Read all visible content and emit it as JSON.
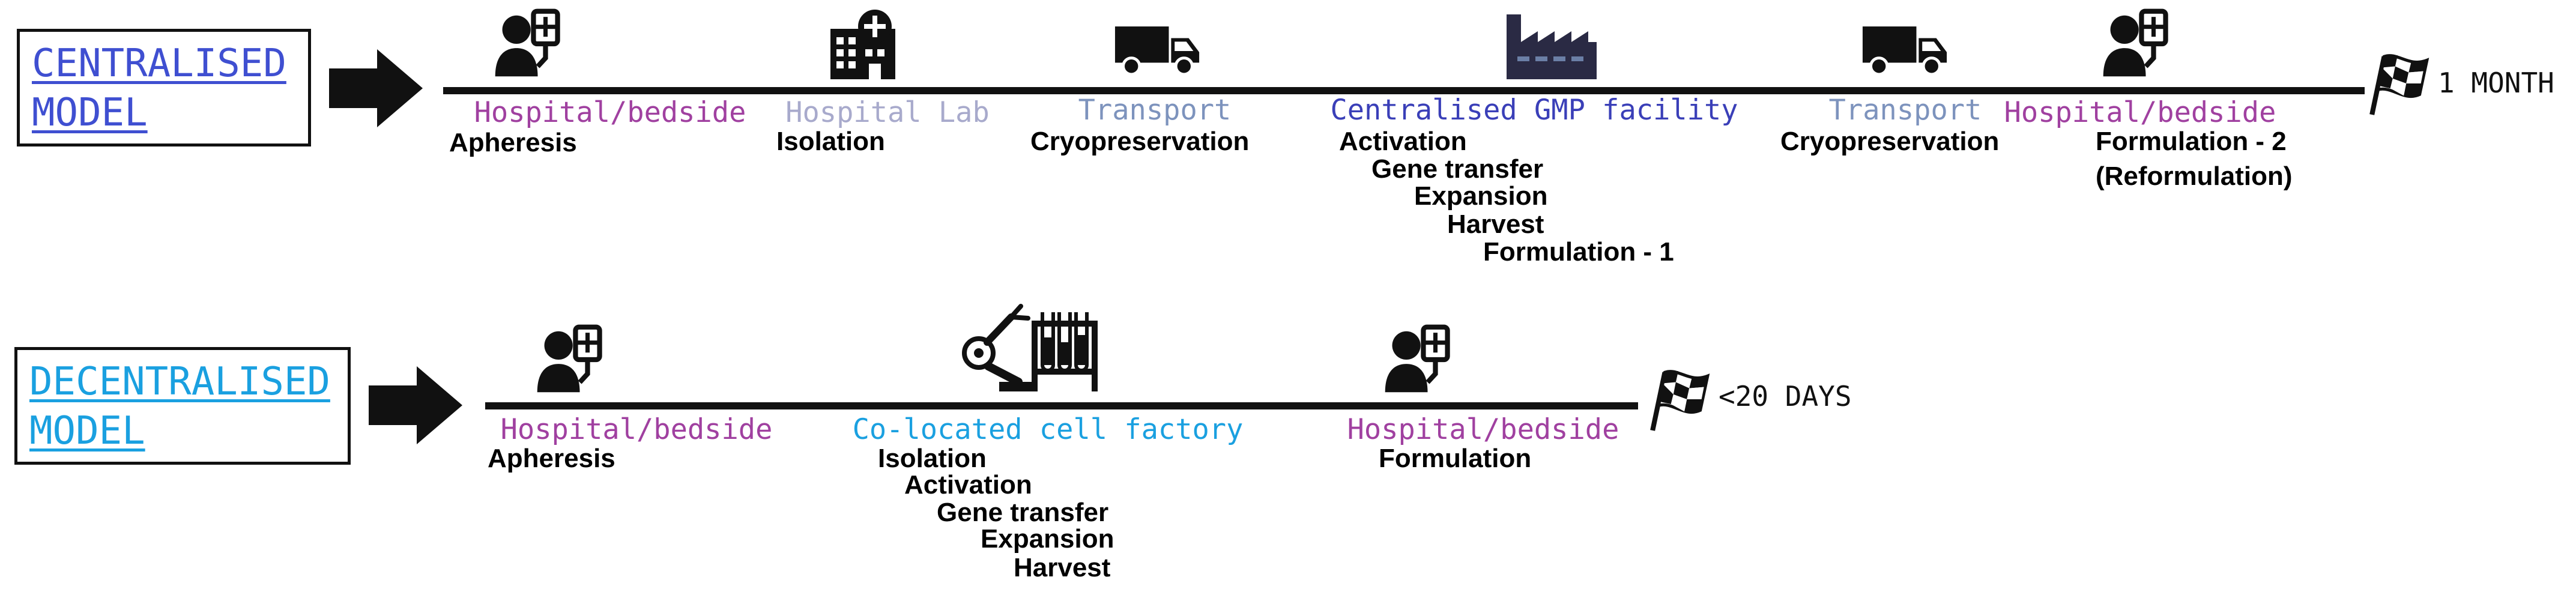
{
  "colors": {
    "centralised_model": "#3f4fd1",
    "decentralised_model": "#1aa0e0",
    "hospital": "#a040a0",
    "hospital_lab": "#a8aacc",
    "transport": "#7d93bd",
    "gmp_facility": "#3a3fb8",
    "cell_factory": "#1aa0e0"
  },
  "centralised": {
    "model_label_line1": "CENTRALISED",
    "model_label_line2": "MODEL",
    "duration": "1 MONTH",
    "stages": {
      "hospital_1": {
        "location": "Hospital/bedside",
        "steps": [
          "Apheresis"
        ],
        "icon": "patient-iv-icon"
      },
      "lab": {
        "location": "Hospital Lab",
        "steps": [
          "Isolation"
        ],
        "icon": "hospital-building-icon"
      },
      "transport_1": {
        "location": "Transport",
        "steps": [
          "Cryopreservation"
        ],
        "icon": "truck-icon"
      },
      "gmp": {
        "location": "Centralised GMP facility",
        "steps": [
          "Activation",
          "Gene transfer",
          "Expansion",
          "Harvest",
          "Formulation - 1"
        ],
        "icon": "factory-icon"
      },
      "transport_2": {
        "location": "Transport",
        "steps": [
          "Cryopreservation"
        ],
        "icon": "truck-icon"
      },
      "hospital_2": {
        "location": "Hospital/bedside",
        "steps": [
          "Formulation - 2",
          "(Reformulation)"
        ],
        "icon": "patient-iv-icon"
      }
    }
  },
  "decentralised": {
    "model_label_line1": "DECENTRALISED",
    "model_label_line2": "MODEL",
    "duration": "<20 DAYS",
    "stages": {
      "hospital_1": {
        "location": "Hospital/bedside",
        "steps": [
          "Apheresis"
        ],
        "icon": "patient-iv-icon"
      },
      "factory": {
        "location": "Co-located cell factory",
        "steps": [
          "Isolation",
          "Activation",
          "Gene transfer",
          "Expansion",
          "Harvest"
        ],
        "icon": "robot-arm-test-tubes-icon"
      },
      "hospital_2": {
        "location": "Hospital/bedside",
        "steps": [
          "Formulation"
        ],
        "icon": "patient-iv-icon"
      }
    }
  }
}
